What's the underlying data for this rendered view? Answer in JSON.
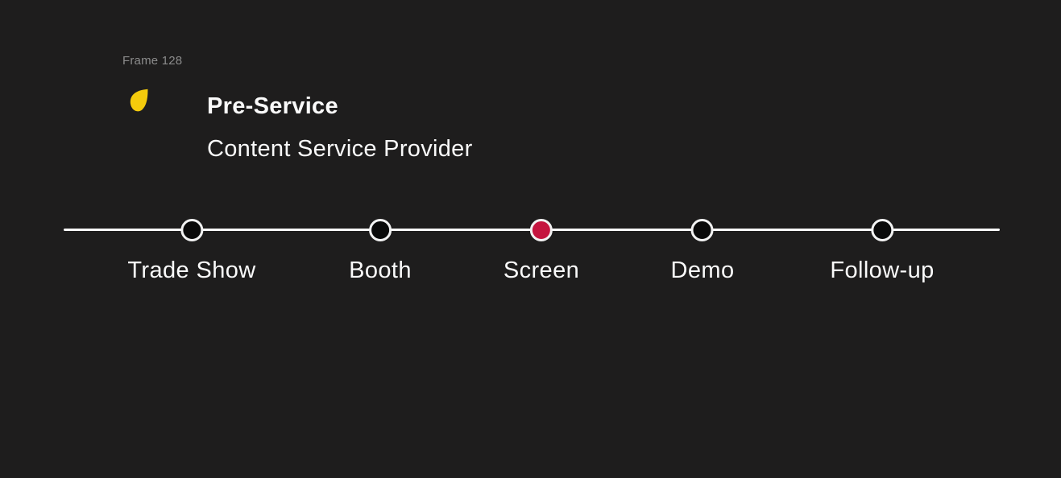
{
  "frame_label": "Frame 128",
  "header": {
    "title": "Pre-Service",
    "subtitle": "Content Service Provider",
    "logo_icon": "petal-icon",
    "logo_color": "#F4CB0C"
  },
  "timeline": {
    "line_color": "#FCFCFC",
    "dot_ring_color": "#F2F2F2",
    "active_step": "Screen",
    "steps": [
      {
        "label": "Trade Show",
        "dot_color": "#0A0A0A",
        "active": false
      },
      {
        "label": "Booth",
        "dot_color": "#0A0A0A",
        "active": false
      },
      {
        "label": "Screen",
        "dot_color": "#C5153F",
        "active": true
      },
      {
        "label": "Demo",
        "dot_color": "#0A0A0A",
        "active": false
      },
      {
        "label": "Follow-up",
        "dot_color": "#0A0A0A",
        "active": false
      }
    ]
  },
  "colors": {
    "background": "#1E1D1D",
    "text_primary": "#FAFAFA",
    "text_muted": "#8C8C8C",
    "accent_red": "#C5153F",
    "accent_yellow": "#F4CB0C"
  }
}
